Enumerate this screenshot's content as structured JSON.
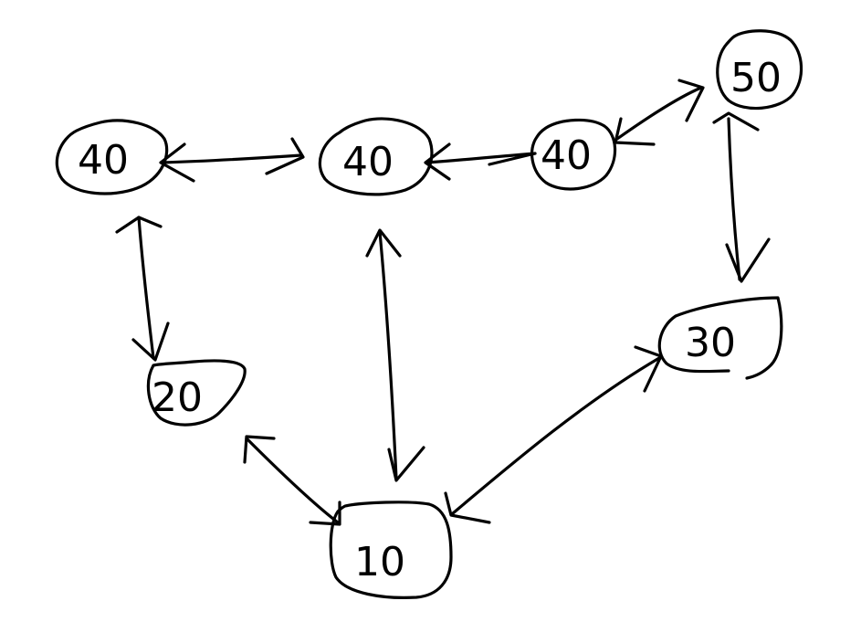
{
  "diagram": {
    "stroke_color": "#000000",
    "background": "#ffffff",
    "nodes": [
      {
        "id": "n-top-left",
        "label": "40"
      },
      {
        "id": "n-top-center",
        "label": "40"
      },
      {
        "id": "n-top-right",
        "label": "40"
      },
      {
        "id": "n-far-right",
        "label": "50"
      },
      {
        "id": "n-left",
        "label": "20"
      },
      {
        "id": "n-right",
        "label": "30"
      },
      {
        "id": "n-bottom",
        "label": "10"
      }
    ],
    "edges": [
      {
        "from": "n-top-left",
        "to": "n-top-center",
        "direction": "both"
      },
      {
        "from": "n-top-center",
        "to": "n-top-right",
        "direction": "both"
      },
      {
        "from": "n-top-right",
        "to": "n-far-right",
        "direction": "both"
      },
      {
        "from": "n-far-right",
        "to": "n-right",
        "direction": "both"
      },
      {
        "from": "n-top-left",
        "to": "n-left",
        "direction": "both"
      },
      {
        "from": "n-top-center",
        "to": "n-bottom",
        "direction": "both"
      },
      {
        "from": "n-left",
        "to": "n-bottom",
        "direction": "both"
      },
      {
        "from": "n-bottom",
        "to": "n-right",
        "direction": "both"
      }
    ]
  }
}
